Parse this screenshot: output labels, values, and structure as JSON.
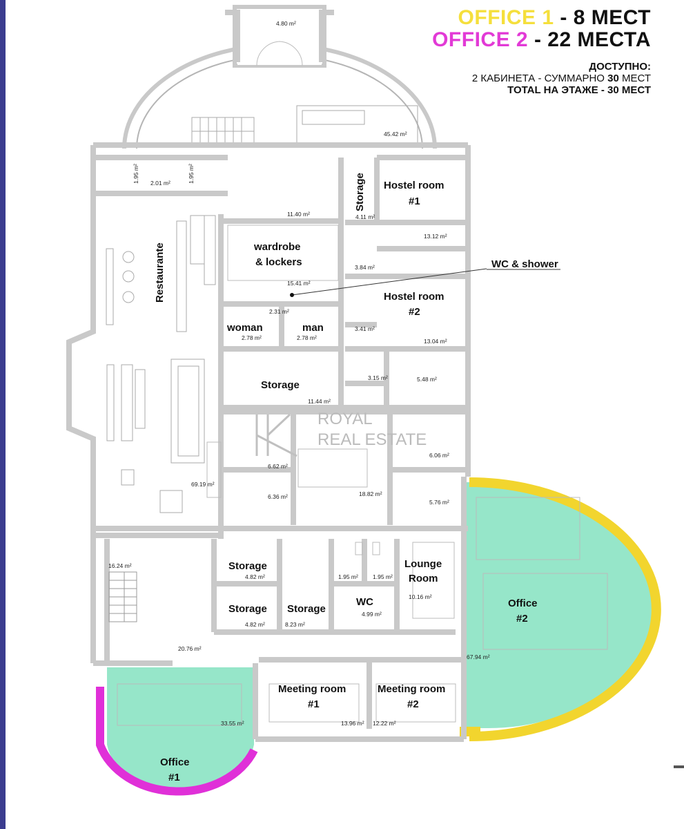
{
  "header": {
    "office1_name": "OFFICE 1",
    "office1_seats": " - 8 МЕСТ",
    "office2_name": "OFFICE 2",
    "office2_seats": " - 22 МЕСТА",
    "available_title": "ДОСТУПНО:",
    "available_line1_a": "2 КАБИНЕТА - СУММАРНО ",
    "available_line1_b": "30",
    "available_line1_c": " МЕСТ",
    "available_line2": "TOTAL НА ЭТАЖЕ - 30 МЕСТ"
  },
  "colors": {
    "office1_accent": "#f5df3c",
    "office2_accent": "#e23ad6",
    "office_fill": "#96e6c9",
    "wall": "#c9c9c9",
    "office1_arc": "#e030d8",
    "office2_arc": "#f2d52e"
  },
  "watermark": {
    "line1": "ROYAL",
    "line2": "REAL ESTATE"
  },
  "rooms": {
    "restaurante": "Restaurante",
    "wardrobe_1": "wardrobe",
    "wardrobe_2": "& lockers",
    "woman": "woman",
    "man": "man",
    "storage_a": "Storage",
    "storage_b": "Storage",
    "storage_c": "Storage",
    "storage_d": "Storage",
    "storage_e": "Storage",
    "hostel1_1": "Hostel room",
    "hostel1_2": "#1",
    "hostel2_1": "Hostel room",
    "hostel2_2": "#2",
    "wc_shower": "WC & shower",
    "lounge_1": "Lounge",
    "lounge_2": "Room",
    "wc": "WC",
    "meeting1_1": "Meeting room",
    "meeting1_2": "#1",
    "meeting2_1": "Meeting room",
    "meeting2_2": "#2",
    "office1_1": "Office",
    "office1_2": "#1",
    "office2_1": "Office",
    "office2_2": "#2"
  },
  "areas": {
    "a_480": "4.80 m²",
    "a_4542": "45.42 m²",
    "a_195a": "1.95 m²",
    "a_201": "2.01 m²",
    "a_195b": "1.95 m²",
    "a_1140": "11.40 m²",
    "a_411": "4.11 m²",
    "a_1312": "13.12 m²",
    "a_384": "3.84 m²",
    "a_1541": "15.41 m²",
    "a_231": "2.31 m²",
    "a_278a": "2.78 m²",
    "a_278b": "2.78 m²",
    "a_341": "3.41 m²",
    "a_1304": "13.04 m²",
    "a_315": "3.15 m²",
    "a_548": "5.48 m²",
    "a_1144": "11.44 m²",
    "a_606": "6.06 m²",
    "a_662": "6.62 m²",
    "a_6919": "69.19 m²",
    "a_636": "6.36 m²",
    "a_1882": "18.82 m²",
    "a_576": "5.76 m²",
    "a_1624": "16.24 m²",
    "a_482a": "4.82 m²",
    "a_195c": "1.95 m²",
    "a_195d": "1.95 m²",
    "a_1016": "10.16 m²",
    "a_482b": "4.82 m²",
    "a_823": "8.23 m²",
    "a_499": "4.99 m²",
    "a_2076": "20.76 m²",
    "a_6794": "67.94 m²",
    "a_3355": "33.55 m²",
    "a_1396": "13.96 m²",
    "a_1222": "12.22 m²"
  }
}
